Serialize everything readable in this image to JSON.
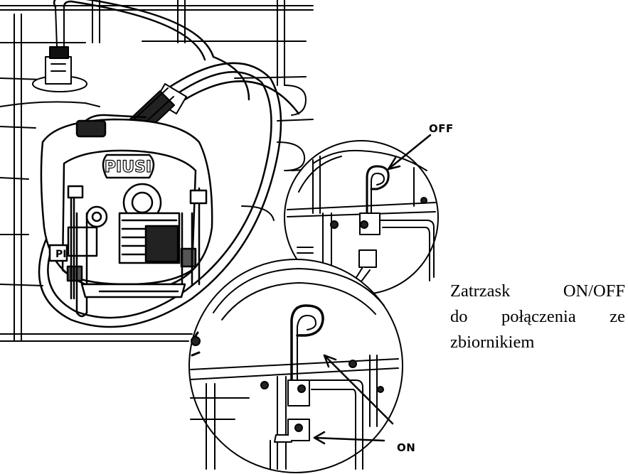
{
  "figure": {
    "brand_label": "PIUSI",
    "side_label": "PI",
    "labels": {
      "off": "OFF",
      "on": "ON"
    }
  },
  "caption": {
    "line1_word1": "Zatrzask",
    "line1_word2": "ON/OFF",
    "line2_word1": "do",
    "line2_word2": "połączenia",
    "line2_word3": "ze",
    "line3": "zbiornikiem"
  }
}
